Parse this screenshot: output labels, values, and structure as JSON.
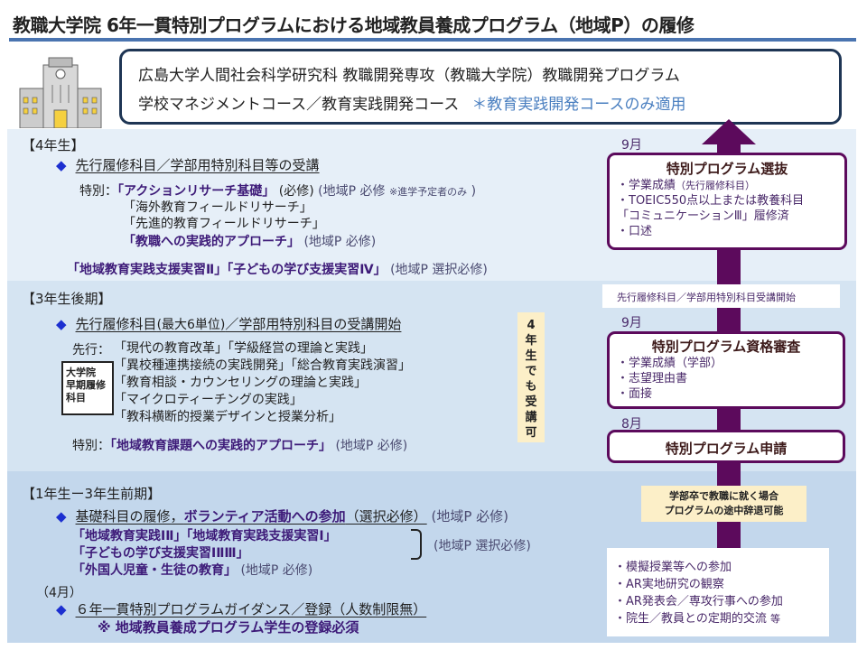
{
  "header": {
    "title": "教職大学院 6年一貫特別プログラムにおける地域教員養成プログラム（地域P）の履修"
  },
  "info": {
    "line1": "広島大学人間社会科学研究科 教職開発専攻（教職大学院）教職開発プログラム",
    "line2": "学校マネジメントコース／教育実践開発コース",
    "note": "＊教育実践開発コースのみ適用"
  },
  "icons": {
    "building": "school-building-icon",
    "diamond": "diamond-bullet-icon",
    "arrow": "up-arrow-icon"
  },
  "colors": {
    "accent": "#5c0a5c",
    "rule": "#4a74b0",
    "bold_text": "#3d1a78"
  },
  "sec4": {
    "label": "【4年生】",
    "heading": "先行履修科目／学部用特別科目等の受講",
    "prefix": "特別：",
    "c1": "「アクションリサーチ基礎」",
    "c1_req": "(必修)",
    "c1_note": "(地域P 必修",
    "c1_small": "※進学予定者のみ",
    "c1_close": ")",
    "c2": "「海外教育フィールドリサーチ」",
    "c3": "「先進的教育フィールドリサーチ」",
    "c4": "「教職への実践的アプローチ」",
    "c4_note": "(地域P 必修)",
    "c5": "「地域教育実践支援実習Ⅱ」「子どもの学び支援実習Ⅳ」",
    "c5_note": "(地域P 選択必修)"
  },
  "sec3": {
    "label": "【3年生後期】",
    "heading_a": "先行履修科目",
    "heading_b": "(最大6単位)",
    "heading_c": "／学部用特別科目の受講開始",
    "prefix": "先行：",
    "courses": [
      "「現代の教育改革」「学級経営の理論と実践」",
      "「異校種連携接続の実践開発」「総合教育実践演習」",
      "「教育相談・カウンセリングの理論と実践」",
      "「マイクロティーチングの実践」",
      "「教科横断的授業デザインと授業分析」"
    ],
    "early_box": [
      "大学院",
      "早期履修",
      "科目"
    ],
    "side_note": [
      "4",
      "年",
      "生",
      "で",
      "も",
      "受",
      "講",
      "可"
    ],
    "special_prefix": "特別：",
    "special": "「地域教育課題への実践的アプローチ」",
    "special_note": "(地域P 必修)"
  },
  "sec1": {
    "label": "【1年生ー3年生前期】",
    "heading_a": "基礎科目の履修，",
    "heading_b": "ボランティア活動への参加",
    "heading_c": "（選択必修）",
    "heading_note": "(地域P 必修)",
    "c1": "「地域教育実践ⅠⅡ」「地域教育実践支援実習Ⅰ」",
    "c2": "「子どもの学び支援実習ⅠⅡⅢ」",
    "group_note": "(地域P 選択必修)",
    "c3": "「外国人児童・生徒の教育」",
    "c3_note": "(地域P 必修)",
    "month": "（4月）",
    "guidance": "６年一貫特別プログラムガイダンス／登録（人数制限無）",
    "required": "※ 地域教員養成プログラム学生の登録必須"
  },
  "flow": {
    "sel_month": "9月",
    "sel_title": "特別プログラム選抜",
    "sel_items": [
      "・学業成績",
      "（先行履修科目）",
      "・TOEIC550点以上または教養科目",
      "「コミュニケーションⅢ」履修済",
      "・口述"
    ],
    "start_note": "先行履修科目／学部用特別科目受講開始",
    "rev_month": "9月",
    "rev_title": "特別プログラム資格審査",
    "rev_items": [
      "・学業成績（学部）",
      "・志望理由書",
      "・面接"
    ],
    "app_month": "8月",
    "app_title": "特別プログラム申請",
    "withdraw": [
      "学部卒で教職に就く場合",
      "プログラムの途中辞退可能"
    ],
    "activities": [
      "・模擬授業等への参加",
      "・AR実地研究の観察",
      "・AR発表会／専攻行事への参加",
      "・院生／教員との定期的交流",
      "等"
    ]
  }
}
